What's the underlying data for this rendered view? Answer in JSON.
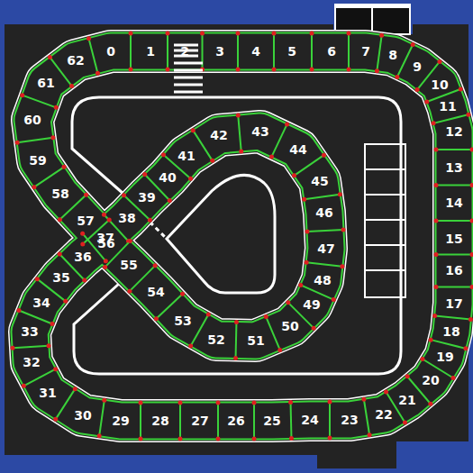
{
  "diagram": {
    "labels": [
      "0",
      "1",
      "2",
      "3",
      "4",
      "5",
      "6",
      "7",
      "8",
      "9",
      "10",
      "11",
      "12",
      "13",
      "14",
      "15",
      "16",
      "17",
      "18",
      "19",
      "20",
      "21",
      "22",
      "23",
      "24",
      "25",
      "26",
      "27",
      "28",
      "29",
      "30",
      "31",
      "32",
      "33",
      "34",
      "35",
      "36",
      "37",
      "38",
      "39",
      "40",
      "41",
      "42",
      "43",
      "44",
      "45",
      "46",
      "47",
      "48",
      "49",
      "50",
      "51",
      "52",
      "53",
      "54",
      "55",
      "56",
      "57",
      "58",
      "59",
      "60",
      "61",
      "62"
    ]
  }
}
